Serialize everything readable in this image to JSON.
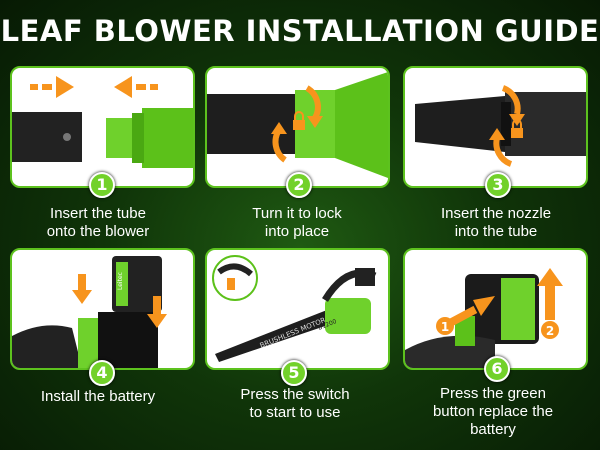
{
  "title": "LEAF BLOWER INSTALLATION GUIDE",
  "colors": {
    "accent_green": "#72d12a",
    "arrow_orange": "#f7941d",
    "tube_black": "#222222"
  },
  "steps": [
    {
      "number": "1",
      "caption": "Insert the tube\nonto the blower"
    },
    {
      "number": "2",
      "caption": "Turn it to lock\ninto place"
    },
    {
      "number": "3",
      "caption": "Insert the nozzle\ninto the tube"
    },
    {
      "number": "4",
      "caption": "Install the battery"
    },
    {
      "number": "5",
      "caption": "Press the switch\nto start to use"
    },
    {
      "number": "6",
      "caption": "Press the green\nbutton replace the\nbattery"
    }
  ],
  "product_labels": {
    "brand": "Leitec",
    "motor": "BRUSHLESS MOTOR",
    "model": "B1200"
  },
  "callout_numbers": [
    "1",
    "2"
  ],
  "icons": [
    "arrow-right-icon",
    "arrow-left-icon",
    "rotate-arrow-icon",
    "lock-icon",
    "arrow-down-icon",
    "arrow-up-icon"
  ]
}
